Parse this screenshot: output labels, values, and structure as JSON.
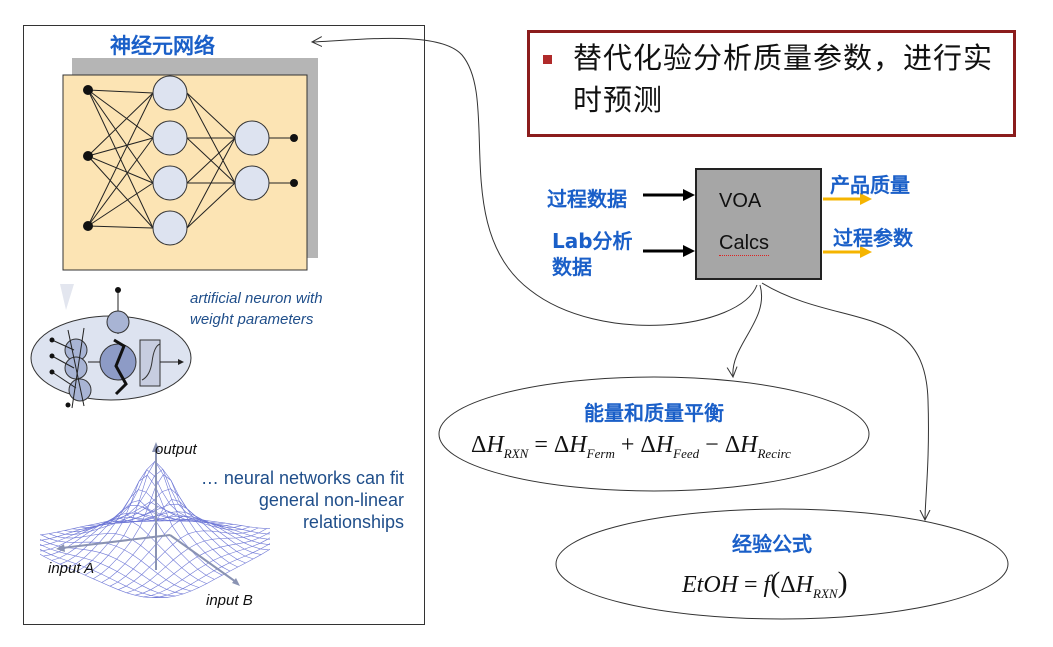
{
  "neural_network": {
    "title": "神经元网络",
    "neuron_caption_line1": "artificial neuron with",
    "neuron_caption_line2": "weight parameters",
    "fit_text_line1": "… neural networks can fit",
    "fit_text_line2": "general non-linear",
    "fit_text_line3": "relationships",
    "axis_output": "output",
    "axis_input_a": "input A",
    "axis_input_b": "input B"
  },
  "callout": {
    "text": "替代化验分析质量参数，进行实时预测"
  },
  "inputs": {
    "process_data": "过程数据",
    "lab_line1": "Lab分析",
    "lab_line2": "数据"
  },
  "voa_box": {
    "line1": "VOA",
    "line2": "Calcs"
  },
  "outputs": {
    "product_quality": "产品质量",
    "process_params": "过程参数"
  },
  "energy_balance": {
    "title": "能量和质量平衡",
    "equation": {
      "lhs_sub": "RXN",
      "t1_sub": "Ferm",
      "t2_sub": "Feed",
      "t3_sub": "Recirc"
    }
  },
  "empirical": {
    "title": "经验公式",
    "equation": {
      "lhs": "EtOH",
      "func": "f",
      "arg_sub": "RXN"
    }
  },
  "colors": {
    "blue_text": "#1a5fc8",
    "callout_border": "#8b1c1c",
    "output_arrow": "#f5b400",
    "nn_background": "#fce4b4",
    "neuron_fill": "#dde3f0"
  }
}
